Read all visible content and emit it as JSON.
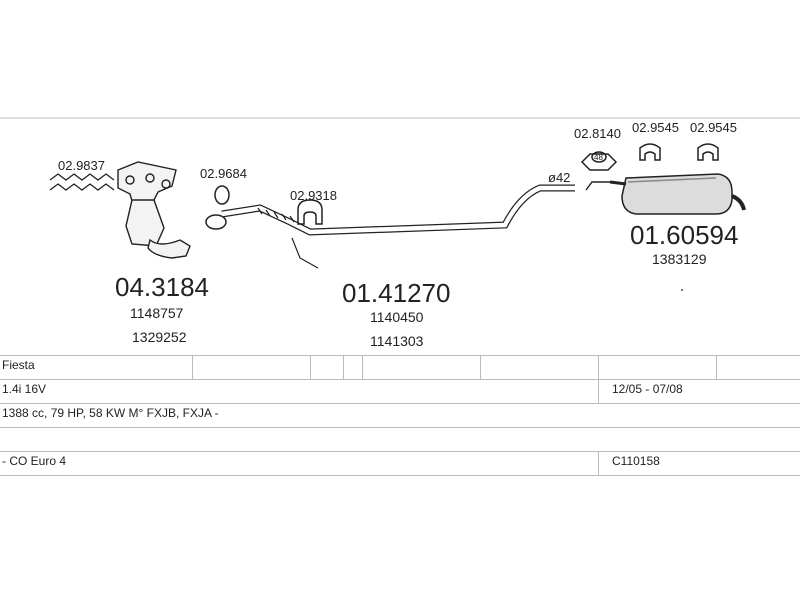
{
  "parts": {
    "gasket_left": "02.9837",
    "ring_front": "02.9684",
    "catalyst_number": "04.3184",
    "catalyst_ref1": "1148757",
    "catalyst_ref2": "1329252",
    "hanger_mid": "02.9318",
    "midpipe_number": "01.41270",
    "midpipe_ref1": "1140450",
    "midpipe_ref2": "1141303",
    "clamp_diameter": "ø42",
    "ring_rear": "02.8140",
    "ring_rear_size": "48",
    "hanger_rear_1": "02.9545",
    "hanger_rear_2": "02.9545",
    "silencer_number": "01.60594",
    "silencer_ref": "1383129"
  },
  "table": {
    "model": "Fiesta",
    "engine": "1.4i 16V",
    "dates": "12/05 - 07/08",
    "spec": "1388 cc, 79 HP, 58 KW M° FXJB, FXJA -",
    "emission": "- CO Euro 4",
    "code": "C110158"
  }
}
